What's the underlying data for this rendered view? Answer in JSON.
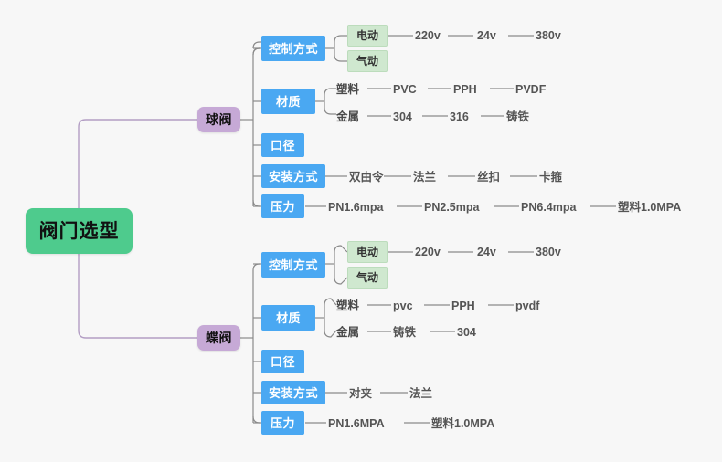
{
  "diagram": {
    "type": "mind-map",
    "background_color": "#f7f7f7",
    "colors": {
      "root": "#4ecb8d",
      "level1": "#c6a9d6",
      "level2": "#4aa8f2",
      "level3_chip": "#cfe8cf",
      "edge_root": "#b39ec4",
      "edge": "#8a8a8a",
      "leaf_text": "#555555"
    },
    "root": {
      "label": "阀门选型"
    },
    "branches": [
      {
        "label": "球阀",
        "attributes": [
          {
            "label": "控制方式",
            "chips": [
              {
                "label": "电动",
                "leaves": [
                  "220v",
                  "24v",
                  "380v"
                ]
              },
              {
                "label": "气动",
                "leaves": []
              }
            ],
            "leaves": []
          },
          {
            "label": "材质",
            "groups": [
              {
                "label": "塑料",
                "leaves": [
                  "PVC",
                  "PPH",
                  "PVDF"
                ]
              },
              {
                "label": "金属",
                "leaves": [
                  "304",
                  "316",
                  "铸铁"
                ]
              }
            ]
          },
          {
            "label": "口径",
            "leaves": []
          },
          {
            "label": "安装方式",
            "leaves": [
              "双由令",
              "法兰",
              "丝扣",
              "卡箍"
            ]
          },
          {
            "label": "压力",
            "leaves": [
              "PN1.6mpa",
              "PN2.5mpa",
              "PN6.4mpa",
              "塑料1.0MPA"
            ]
          }
        ]
      },
      {
        "label": "蝶阀",
        "attributes": [
          {
            "label": "控制方式",
            "chips": [
              {
                "label": "电动",
                "leaves": [
                  "220v",
                  "24v",
                  "380v"
                ]
              },
              {
                "label": "气动",
                "leaves": []
              }
            ],
            "leaves": []
          },
          {
            "label": "材质",
            "groups": [
              {
                "label": "塑料",
                "leaves": [
                  "pvc",
                  "PPH",
                  "pvdf"
                ]
              },
              {
                "label": "金属",
                "leaves": [
                  "铸铁",
                  "304"
                ]
              }
            ]
          },
          {
            "label": "口径",
            "leaves": []
          },
          {
            "label": "安装方式",
            "leaves": [
              "对夹",
              "法兰"
            ]
          },
          {
            "label": "压力",
            "leaves": [
              "PN1.6MPA",
              "塑料1.0MPA"
            ]
          }
        ]
      }
    ]
  }
}
